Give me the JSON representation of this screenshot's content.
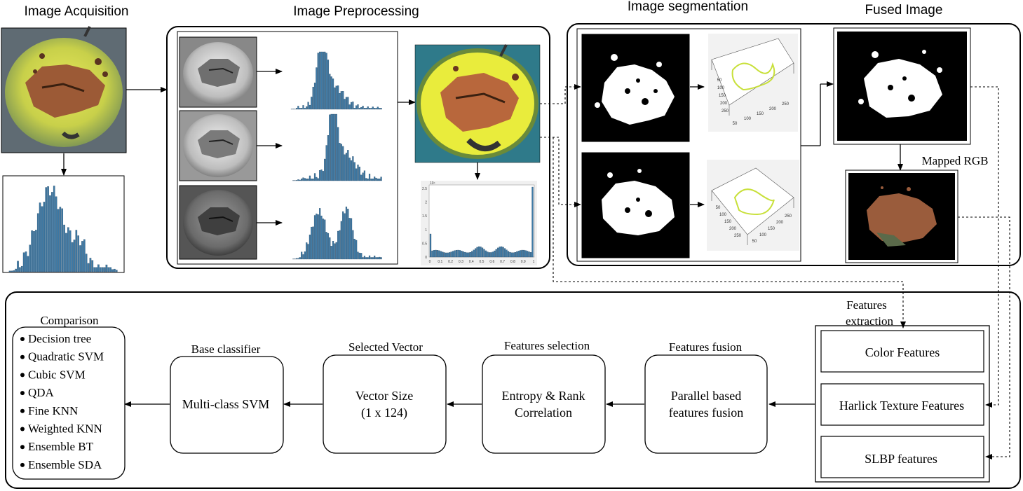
{
  "section_titles": {
    "acquisition": "Image Acquisition",
    "preprocessing": "Image Preprocessing",
    "segmentation": "Image segmentation",
    "fused": "Fused Image"
  },
  "mapped_rgb_label": "Mapped RGB",
  "features_extraction_title": [
    "Features",
    "extraction"
  ],
  "features": {
    "color": "Color Features",
    "harlick": "Harlick Texture Features",
    "slbp": "SLBP features"
  },
  "features_fusion": {
    "title": "Features fusion",
    "body": [
      "Parallel based",
      "features fusion"
    ]
  },
  "features_selection": {
    "title": "Features selection",
    "body": [
      "Entropy & Rank",
      "Correlation"
    ]
  },
  "selected_vector": {
    "title": "Selected Vector",
    "body": [
      "Vector Size",
      "(1 x 124)"
    ]
  },
  "base_classifier": {
    "title": "Base classifier",
    "body": "Multi-class SVM"
  },
  "comparison": {
    "title": "Comparison",
    "items": [
      "Decision tree",
      "Quadratic SVM",
      "Cubic SVM",
      "QDA",
      "Fine KNN",
      "Weighted KNN",
      "Ensemble BT",
      "Ensemble SDA"
    ]
  },
  "colors": {
    "histogram_bar": "#3e7aa6",
    "apple_skin": "#c9cf3c",
    "lesion": "#9c5a36",
    "background_black": "#000000"
  },
  "hist_ticks": {
    "x": [
      "0",
      "0.1",
      "0.2",
      "0.3",
      "0.4",
      "0.5",
      "0.6",
      "0.7",
      "0.8",
      "0.9",
      "1"
    ],
    "y": [
      "2.5",
      "2",
      "1.5",
      "1",
      "0.5",
      "0"
    ],
    "exp": "10⁴"
  },
  "plot3d_ticks": {
    "a": [
      "50",
      "100",
      "150",
      "200",
      "250"
    ],
    "b": [
      "50",
      "100",
      "150",
      "200",
      "250"
    ]
  }
}
